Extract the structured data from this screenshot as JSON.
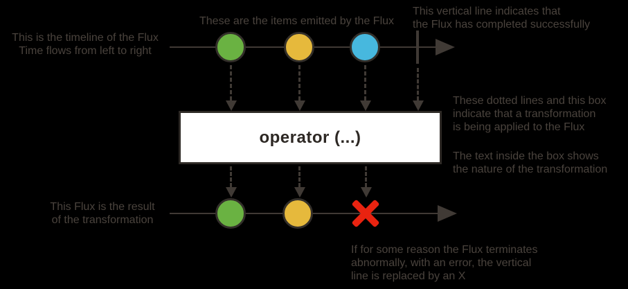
{
  "colors": {
    "bg": "#000000",
    "text": "#4a433d",
    "line": "#403a35",
    "circle-border": "#332f2a",
    "green": "#6ab242",
    "yellow": "#e6b93c",
    "blue": "#47b8de",
    "red": "#e92310",
    "box-bg": "#ffffff",
    "box-border": "#2e2a26",
    "box-text": "#2d2824"
  },
  "annotations": {
    "timeline": "This is the timeline of the Flux\nTime flows from left to right",
    "items": "These are the items emitted by the Flux",
    "complete": "This vertical line indicates that\nthe Flux has completed successfully",
    "transform_box": "These dotted lines and this box\nindicate that a transformation\nis being applied to the Flux",
    "box_text": "The text inside the box shows\nthe nature of the transformation",
    "result": "This Flux is the result\nof the transformation",
    "error": "If for some reason the Flux terminates\nabnormally, with an error, the vertical\nline is replaced by an X"
  },
  "operator": {
    "label": "operator (...)"
  },
  "marbles": {
    "source": [
      "green",
      "yellow",
      "blue"
    ],
    "result": [
      "green",
      "yellow"
    ],
    "source_terminal": "complete",
    "result_terminal": "error"
  }
}
